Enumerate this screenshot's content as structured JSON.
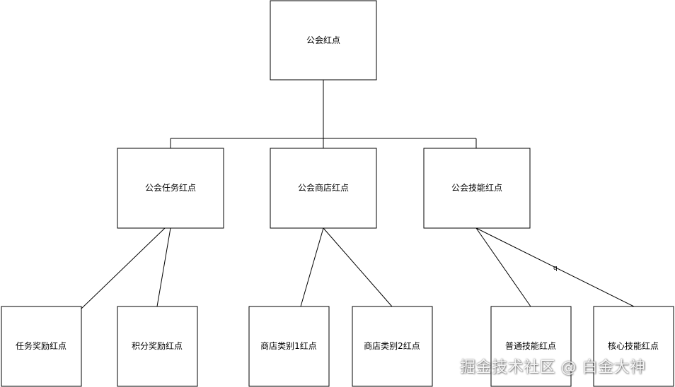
{
  "diagram": {
    "nodes": {
      "root": "公会红点",
      "task": "公会任务红点",
      "shop": "公会商店红点",
      "skill": "公会技能红点",
      "task_reward": "任务奖励红点",
      "points_reward": "积分奖励红点",
      "shop_cat1": "商店类别1红点",
      "shop_cat2": "商店类别2红点",
      "normal_skill": "普通技能红点",
      "core_skill": "核心技能红点"
    },
    "edge_labels": {
      "skill_core": "q"
    }
  },
  "watermark": "掘金技术社区 @ 白金大神"
}
